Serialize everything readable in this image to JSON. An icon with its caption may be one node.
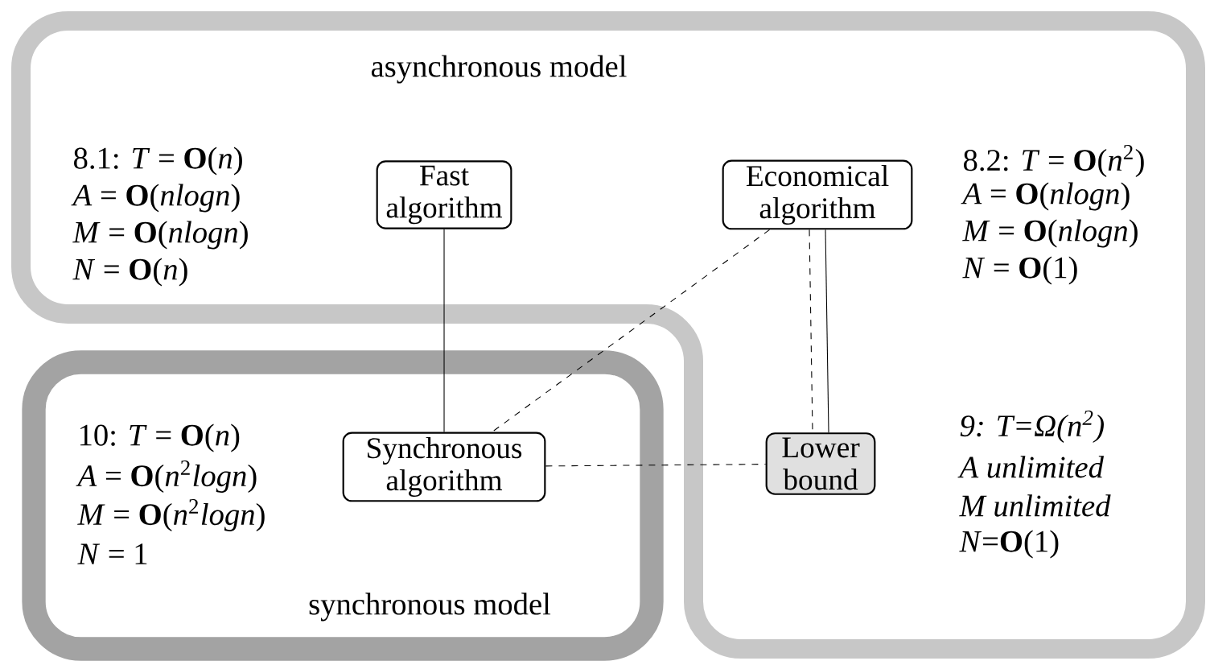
{
  "diagram": {
    "nodes": [
      {
        "text": [
          "asynchronous model"
        ]
      },
      {
        "text": [
          "Fast algorithm"
        ],
        "in": 0
      },
      {
        "text": [
          "Economical algorithm"
        ],
        "in": 0
      },
      {
        "text": [
          "synchronous model"
        ]
      },
      {
        "text": [
          "Synchronous algorithm"
        ],
        "in": 3
      },
      {
        "text": [
          "Lower bound"
        ],
        "in": 0
      }
    ],
    "edges": [
      {
        "from": 1,
        "to": 4,
        "arrow": "none"
      },
      {
        "from": 2,
        "to": 4,
        "arrow": "none",
        "style": "dashed"
      },
      {
        "from": 2,
        "to": 5,
        "arrow": "none",
        "style": "dashed"
      },
      {
        "from": 2,
        "to": 5,
        "arrow": "none"
      },
      {
        "from": 4,
        "to": 5,
        "arrow": "none",
        "style": "dashed"
      }
    ],
    "labels": [
      "8.1: *T* = **O**(*n*)",
      "*A* = **O**(*nlogn*)",
      "*M* = **O**(*nlogn*)",
      "*N* = **O**(*n*)",
      "8.2: *T* = **O**(*n*$^{2}$)",
      "*A* = **O**(*nlogn*)",
      "*M* = **O**(*nlogn*)",
      "*N* = **O**(1)",
      "10: *T* = **O**(*n*)",
      "*A* = **O**(*n*$^{2}$*logn*)",
      "*M* = **O**(*n*$^{2}$*logn*)",
      "*N* = 1",
      "9: *T*=Ω(*n*$^{2}$)",
      "A unlimited",
      "M unlimited",
      "*N*=**O**(1)"
    ]
  }
}
